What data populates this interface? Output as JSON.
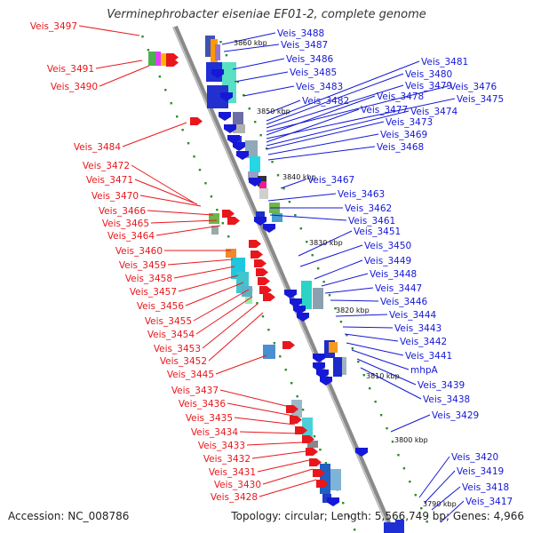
{
  "title": "Verminephrobacter eiseniae EF01-2, complete genome",
  "footer": {
    "accession": "Accession: NC_008786",
    "topology": "Topology: circular; Length: 5,566,749 bp; Genes: 4,966"
  },
  "colors": {
    "left_labels": "#e8171c",
    "right_labels": "#1518d6",
    "backbone": "#8a8a8a",
    "ticks": "#2e8b2e"
  },
  "ruler": [
    "3860 kbp",
    "3850 kbp",
    "3840 kbp",
    "3830 kbp",
    "3820 kbp",
    "3810 kbp",
    "3800 kbp",
    "3790 kbp"
  ],
  "left_genes": [
    "Veis_3497",
    "Veis_3491",
    "Veis_3490",
    "Veis_3484",
    "Veis_3472",
    "Veis_3471",
    "Veis_3470",
    "Veis_3466",
    "Veis_3465",
    "Veis_3464",
    "Veis_3460",
    "Veis_3459",
    "Veis_3458",
    "Veis_3457",
    "Veis_3456",
    "Veis_3455",
    "Veis_3454",
    "Veis_3453",
    "Veis_3452",
    "Veis_3445",
    "Veis_3437",
    "Veis_3436",
    "Veis_3435",
    "Veis_3434",
    "Veis_3433",
    "Veis_3432",
    "Veis_3431",
    "Veis_3430",
    "Veis_3428"
  ],
  "right_genes": [
    "Veis_3488",
    "Veis_3487",
    "Veis_3486",
    "Veis_3485",
    "Veis_3483",
    "Veis_3482",
    "Veis_3481",
    "Veis_3480",
    "Veis_3479",
    "Veis_3476",
    "Veis_3478",
    "Veis_3475",
    "Veis_3477",
    "Veis_3474",
    "Veis_3473",
    "Veis_3469",
    "Veis_3468",
    "Veis_3467",
    "Veis_3463",
    "Veis_3462",
    "Veis_3461",
    "Veis_3451",
    "Veis_3450",
    "Veis_3449",
    "Veis_3448",
    "Veis_3447",
    "Veis_3446",
    "Veis_3444",
    "Veis_3443",
    "Veis_3442",
    "Veis_3441",
    "mhpA",
    "Veis_3439",
    "Veis_3438",
    "Veis_3429",
    "Veis_3420",
    "Veis_3419",
    "Veis_3418",
    "Veis_3417"
  ]
}
